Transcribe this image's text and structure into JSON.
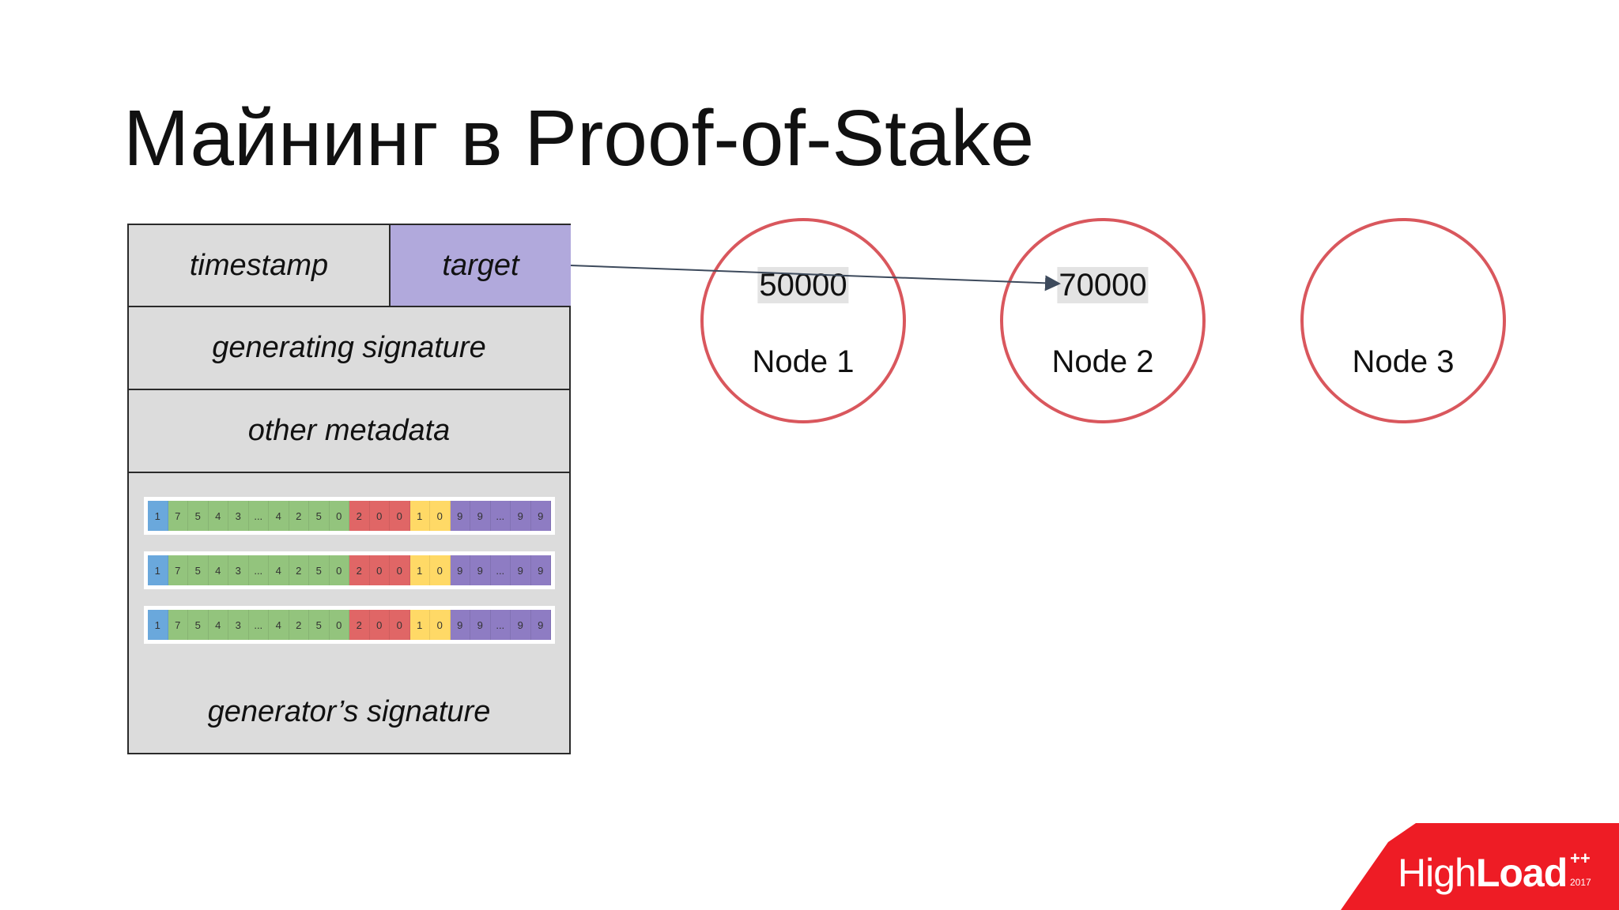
{
  "title": "Майнинг в Proof-of-Stake",
  "block": {
    "timestamp": "timestamp",
    "target": "target",
    "generating_signature": "generating signature",
    "other_metadata": "other metadata",
    "generator_signature": "generator’s signature",
    "transactions": [
      {
        "digits": [
          "1",
          "7",
          "5",
          "4",
          "3",
          "...",
          "4",
          "2",
          "5",
          "0",
          "2",
          "0",
          "0",
          "1",
          "0",
          "9",
          "9",
          "...",
          "9",
          "9"
        ]
      },
      {
        "digits": [
          "1",
          "7",
          "5",
          "4",
          "3",
          "...",
          "4",
          "2",
          "5",
          "0",
          "2",
          "0",
          "0",
          "1",
          "0",
          "9",
          "9",
          "...",
          "9",
          "9"
        ]
      },
      {
        "digits": [
          "1",
          "7",
          "5",
          "4",
          "3",
          "...",
          "4",
          "2",
          "5",
          "0",
          "2",
          "0",
          "0",
          "1",
          "0",
          "9",
          "9",
          "...",
          "9",
          "9"
        ]
      }
    ],
    "segment_colors": [
      "#6aa8dc",
      "#93c47d",
      "#93c47d",
      "#93c47d",
      "#93c47d",
      "#93c47d",
      "#93c47d",
      "#93c47d",
      "#93c47d",
      "#93c47d",
      "#e06666",
      "#e06666",
      "#e06666",
      "#ffd966",
      "#ffd966",
      "#8e7cc3",
      "#8e7cc3",
      "#8e7cc3",
      "#8e7cc3",
      "#8e7cc3"
    ]
  },
  "nodes": [
    {
      "value": "50000",
      "label": "Node 1"
    },
    {
      "value": "70000",
      "label": "Node 2"
    },
    {
      "value": "",
      "label": "Node 3"
    }
  ],
  "colors": {
    "target_bg": "#b1a9dc",
    "node_border": "#d9575d",
    "logo": "#ee1c25"
  },
  "logo": {
    "text_light": "High",
    "text_bold": "Load",
    "sup": "++",
    "year": "2017"
  }
}
